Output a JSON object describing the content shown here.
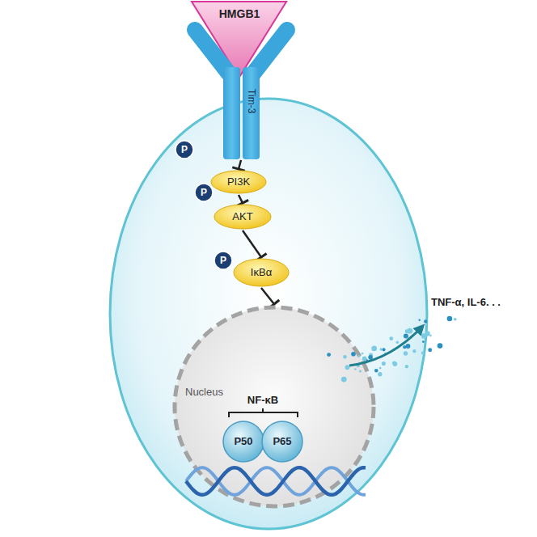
{
  "diagram": {
    "nodes": [
      {
        "text": [
          "HMGB1"
        ]
      },
      {
        "text": [
          "Tim-3"
        ]
      },
      {
        "text": [
          "P"
        ]
      },
      {
        "text": [
          "PI3K"
        ]
      },
      {
        "text": [
          "P"
        ]
      },
      {
        "text": [
          "AKT"
        ]
      },
      {
        "text": [
          "P"
        ]
      },
      {
        "text": [
          "IκBα"
        ]
      },
      {
        "text": [
          "Nucleus"
        ]
      },
      {
        "text": [
          "P50"
        ],
        "in": 8
      },
      {
        "text": [
          "P65"
        ],
        "in": 8
      }
    ],
    "edges": [
      {
        "from": 1,
        "to": 3,
        "arrow": "to"
      },
      {
        "from": 3,
        "to": 5,
        "arrow": "to"
      },
      {
        "from": 5,
        "to": 7,
        "arrow": "to"
      },
      {
        "from": 7,
        "to": 8,
        "arrow": "to"
      }
    ],
    "labels": [
      "NF-κB",
      "TNF-α, IL-6. . ."
    ]
  }
}
